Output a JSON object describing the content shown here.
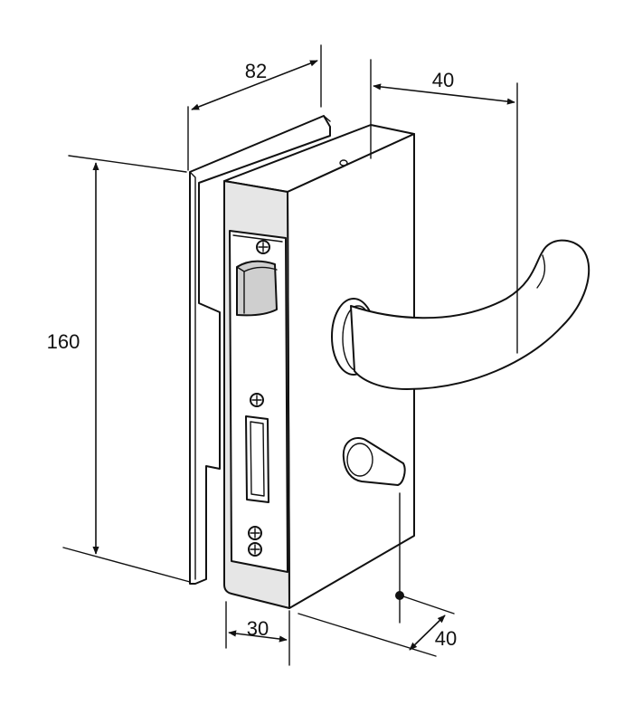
{
  "diagram": {
    "dimensions": {
      "width_top": "82",
      "handle_projection": "40",
      "height": "160",
      "depth": "30",
      "spindle_offset": "40"
    },
    "colors": {
      "line": "#111111",
      "body": "#ffffff",
      "shade": "#e6e6e6",
      "dark_shade": "#cfcfcf"
    }
  }
}
